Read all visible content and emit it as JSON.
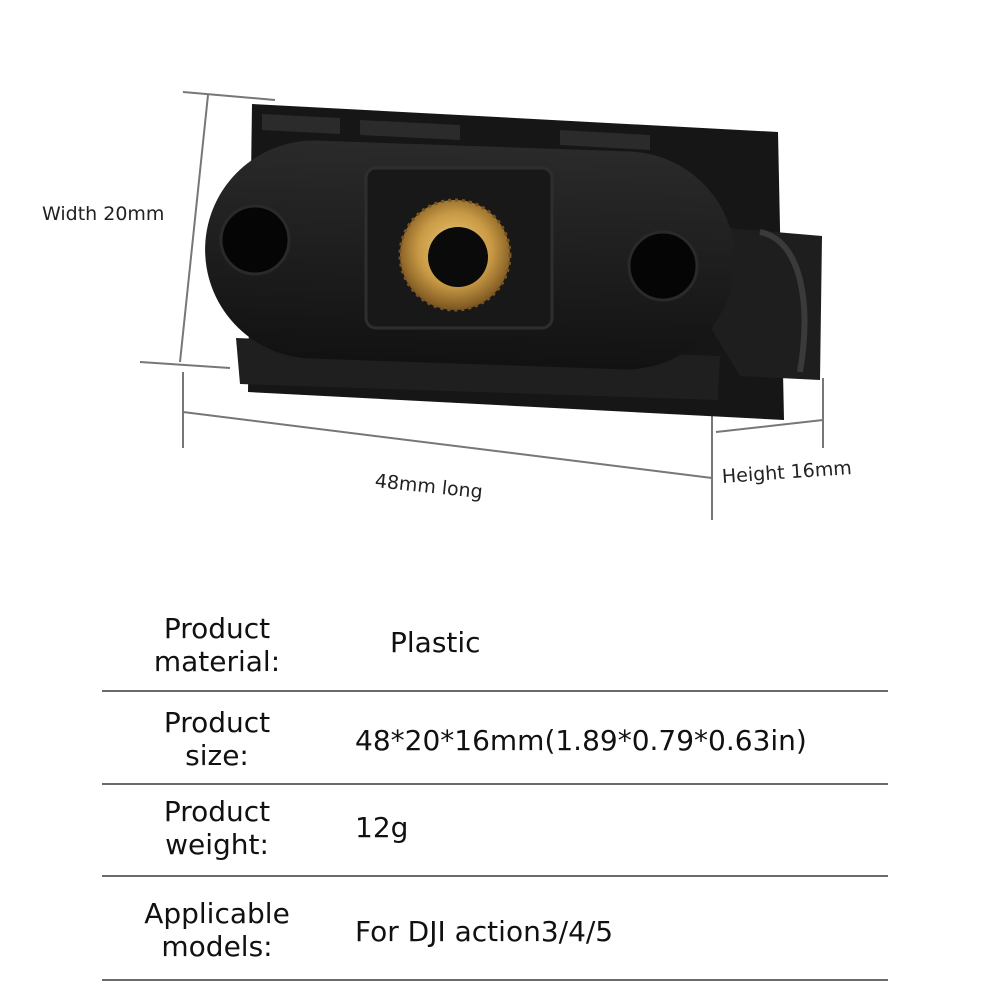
{
  "dimensions": {
    "width_label": "Width 20mm",
    "length_label": "48mm long",
    "height_label": "Height 16mm"
  },
  "product_image": {
    "icon": "camera-mount-adapter-icon",
    "body_color": "#1b1b1b",
    "insert_color": "#b8893a"
  },
  "specs": [
    {
      "label": "Product material:",
      "value": "Plastic"
    },
    {
      "label": "Product size:",
      "value": "48*20*16mm(1.89*0.79*0.63in)"
    },
    {
      "label": "Product weight:",
      "value": "12g"
    },
    {
      "label": "Applicable models:",
      "value": "For DJI action3/4/5"
    }
  ]
}
